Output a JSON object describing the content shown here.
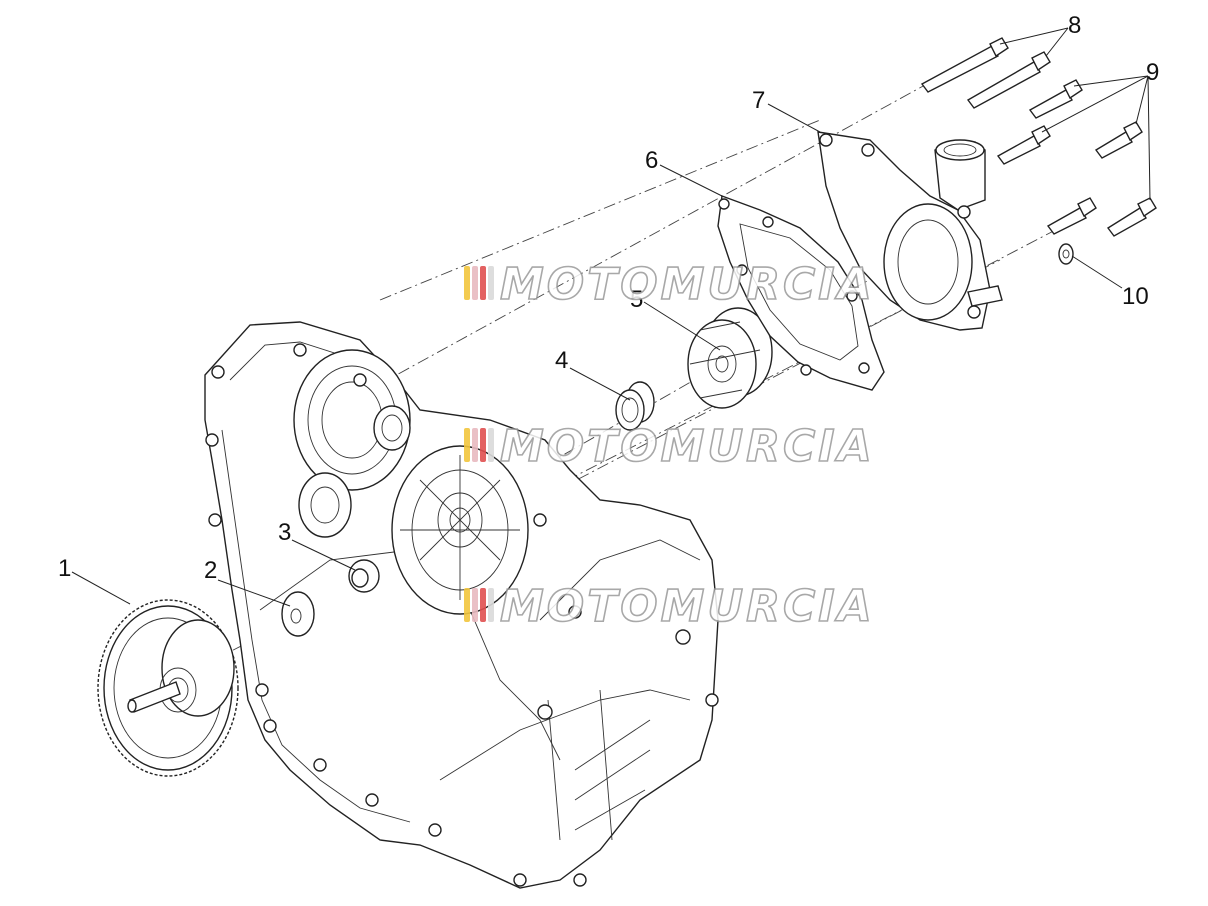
{
  "callouts": [
    {
      "id": "1",
      "text": "1"
    },
    {
      "id": "2",
      "text": "2"
    },
    {
      "id": "3",
      "text": "3"
    },
    {
      "id": "4",
      "text": "4"
    },
    {
      "id": "5",
      "text": "5"
    },
    {
      "id": "6",
      "text": "6"
    },
    {
      "id": "7",
      "text": "7"
    },
    {
      "id": "8",
      "text": "8"
    },
    {
      "id": "9",
      "text": "9"
    },
    {
      "id": "10",
      "text": "10"
    }
  ],
  "watermark": {
    "text": "MOTOMURCIA",
    "stripe_colors": [
      "#f2c53d",
      "#e8b9c0",
      "#e05050",
      "#d9d9d9"
    ]
  }
}
